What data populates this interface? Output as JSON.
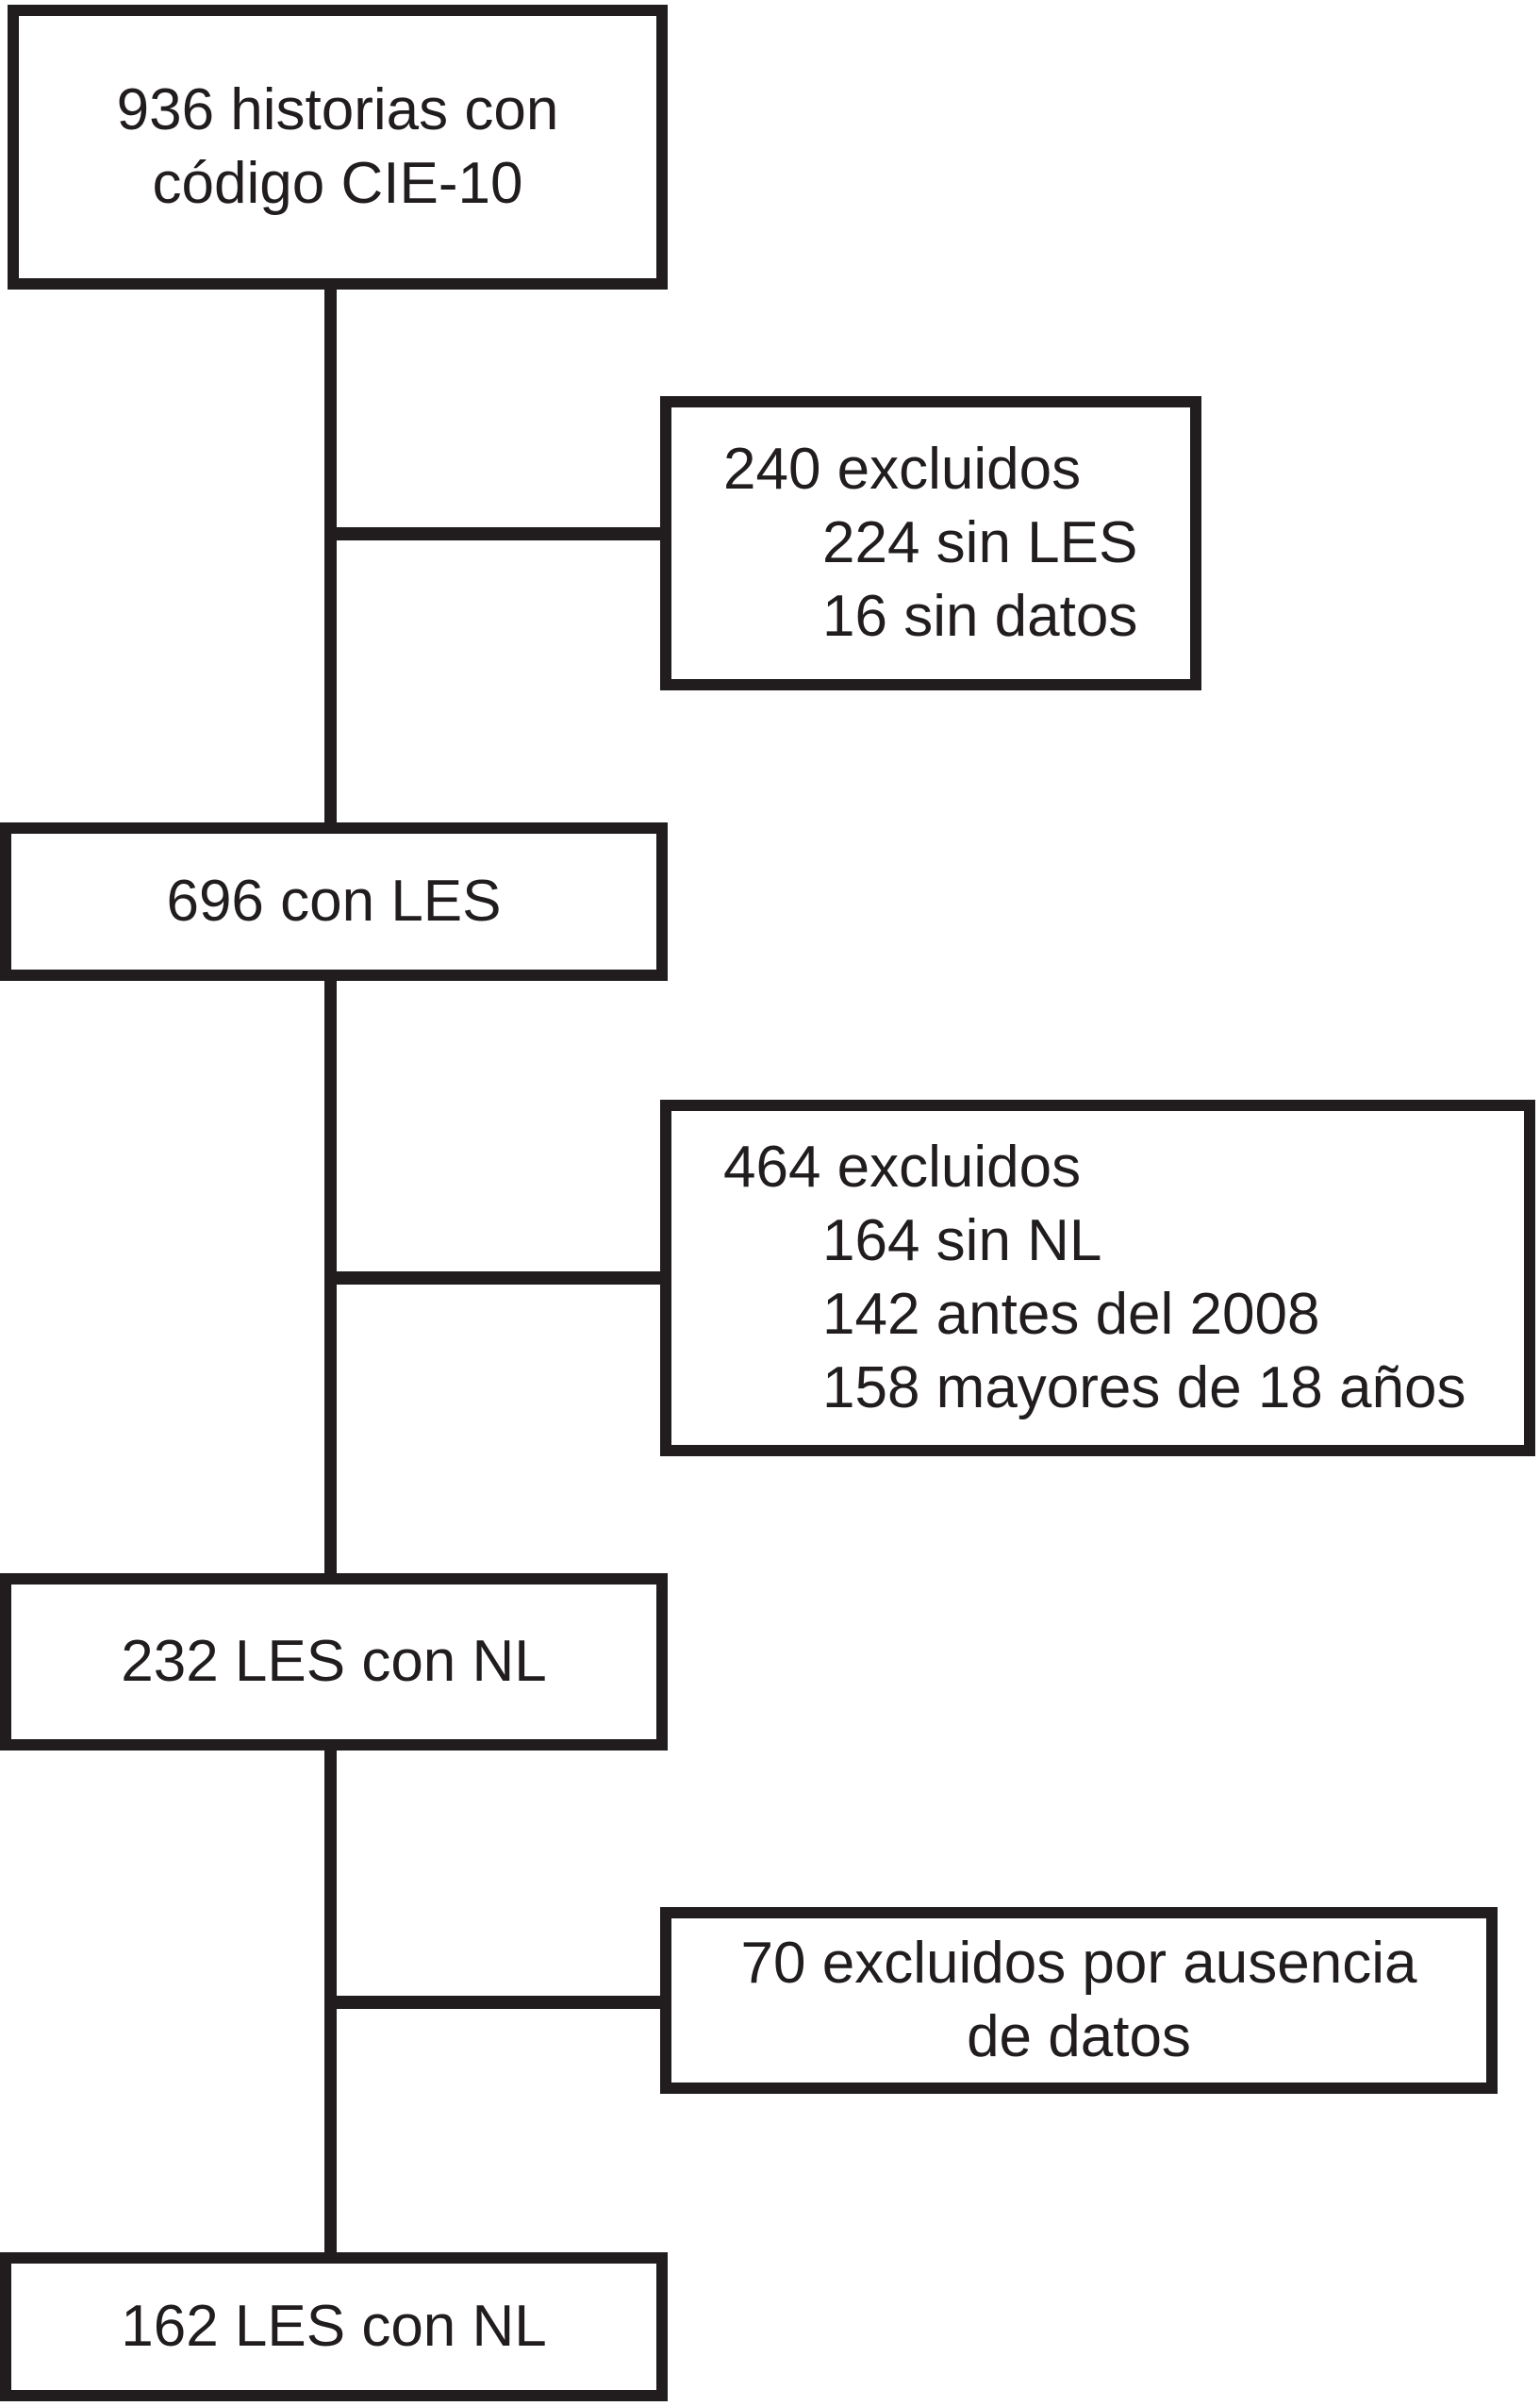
{
  "colors": {
    "ink": "#211d1e",
    "background": "#ffffff"
  },
  "flow": {
    "cohort_initial": {
      "line1": "936 historias con",
      "line2": "código CIE-10"
    },
    "excluded_1": {
      "title": "240 excluidos",
      "items": [
        "224 sin LES",
        "16 sin datos"
      ]
    },
    "cohort_les": {
      "label": "696 con LES"
    },
    "excluded_2": {
      "title": "464 excluidos",
      "items": [
        "164 sin NL",
        "142 antes del 2008",
        "158 mayores de 18 años"
      ]
    },
    "cohort_les_nl": {
      "label": "232 LES con NL"
    },
    "excluded_3": {
      "line1": "70 excluidos por ausencia",
      "line2": "de datos"
    },
    "cohort_final": {
      "label": "162 LES con NL"
    }
  }
}
